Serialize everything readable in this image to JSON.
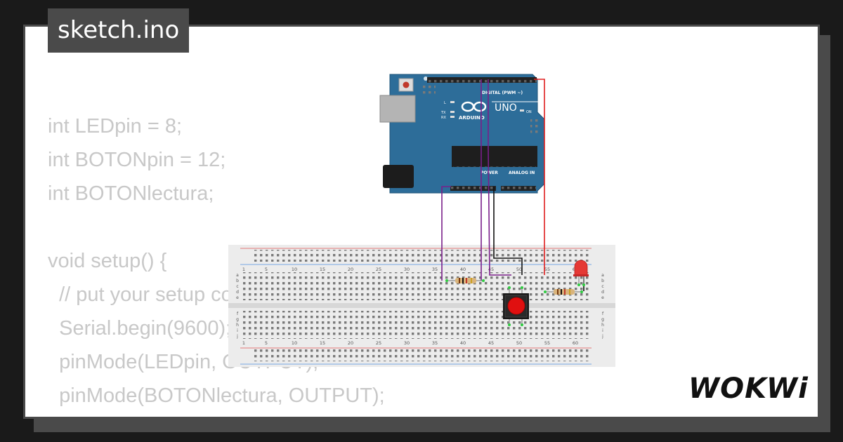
{
  "header": {
    "filename": "sketch.ino"
  },
  "code_lines": [
    "int LEDpin = 8;",
    "int BOTONpin = 12;",
    "int BOTONlectura;",
    "",
    "void setup() {",
    "  // put your setup code here, to run once:",
    "  Serial.begin(9600);",
    "  pinMode(LEDpin, OUTPUT);",
    "  pinMode(BOTONlectura, OUTPUT);",
    "}"
  ],
  "arduino": {
    "label_uno": "UNO",
    "label_arduino": "ARDUINO",
    "label_digital": "DIGITAL (PWM ~)",
    "label_power": "POWER",
    "label_analog": "ANALOG IN",
    "label_on": "ON",
    "label_l": "L",
    "label_tx": "TX",
    "label_rx": "RX"
  },
  "breadboard": {
    "column_numbers": [
      "1",
      "5",
      "10",
      "15",
      "20",
      "25",
      "30",
      "35",
      "40",
      "45",
      "50",
      "55",
      "60"
    ],
    "row_letters_top": [
      "a",
      "b",
      "c",
      "d",
      "e"
    ],
    "row_letters_bottom": [
      "f",
      "g",
      "h",
      "i",
      "j"
    ]
  },
  "brand": {
    "logo_text": "WOKWi"
  },
  "colors": {
    "background": "#1a1a1a",
    "card": "#ffffff",
    "frame": "#4a4a4a",
    "code_text": "#c8c8c8",
    "arduino_board": "#2d6d99",
    "breadboard": "#e8e8e8",
    "wire_purple": "#7a1f8a",
    "wire_red": "#e02020",
    "wire_black": "#111111",
    "button_red": "#e01010"
  }
}
